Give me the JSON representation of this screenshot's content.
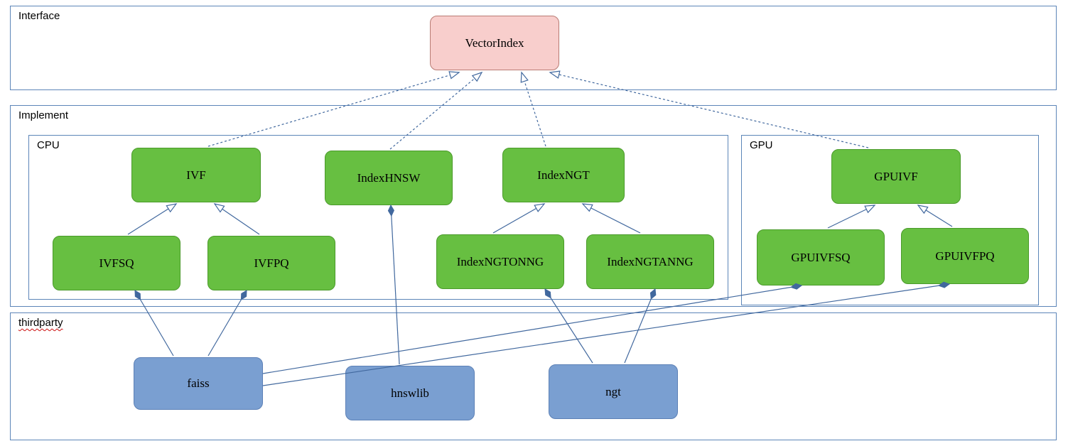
{
  "diagram": {
    "containers": {
      "interface": {
        "label": "Interface"
      },
      "implement": {
        "label": "Implement"
      },
      "cpu": {
        "label": "CPU"
      },
      "gpu": {
        "label": "GPU"
      },
      "thirdparty": {
        "label": "thirdparty"
      }
    },
    "nodes": {
      "vectorindex": {
        "label": "VectorIndex",
        "group": "interface"
      },
      "ivf": {
        "label": "IVF",
        "group": "cpu"
      },
      "indexhnsw": {
        "label": "IndexHNSW",
        "group": "cpu"
      },
      "indexngt": {
        "label": "IndexNGT",
        "group": "cpu"
      },
      "ivfsq": {
        "label": "IVFSQ",
        "group": "cpu"
      },
      "ivfpq": {
        "label": "IVFPQ",
        "group": "cpu"
      },
      "indexngtonng": {
        "label": "IndexNGTONNG",
        "group": "cpu"
      },
      "indexngtanng": {
        "label": "IndexNGTANNG",
        "group": "cpu"
      },
      "gpuivf": {
        "label": "GPUIVF",
        "group": "gpu"
      },
      "gpuivfsq": {
        "label": "GPUIVFSQ",
        "group": "gpu"
      },
      "gpuivfpq": {
        "label": "GPUIVFPQ",
        "group": "gpu"
      },
      "faiss": {
        "label": "faiss",
        "group": "thirdparty"
      },
      "hnswlib": {
        "label": "hnswlib",
        "group": "thirdparty"
      },
      "ngt": {
        "label": "ngt",
        "group": "thirdparty"
      }
    },
    "edges": [
      {
        "from": "IVF",
        "to": "VectorIndex",
        "type": "realization"
      },
      {
        "from": "IndexHNSW",
        "to": "VectorIndex",
        "type": "realization"
      },
      {
        "from": "IndexNGT",
        "to": "VectorIndex",
        "type": "realization"
      },
      {
        "from": "GPUIVF",
        "to": "VectorIndex",
        "type": "realization"
      },
      {
        "from": "IVFSQ",
        "to": "IVF",
        "type": "generalization"
      },
      {
        "from": "IVFPQ",
        "to": "IVF",
        "type": "generalization"
      },
      {
        "from": "IndexNGTONNG",
        "to": "IndexNGT",
        "type": "generalization"
      },
      {
        "from": "IndexNGTANNG",
        "to": "IndexNGT",
        "type": "generalization"
      },
      {
        "from": "GPUIVFSQ",
        "to": "GPUIVF",
        "type": "generalization"
      },
      {
        "from": "GPUIVFPQ",
        "to": "GPUIVF",
        "type": "generalization"
      },
      {
        "from": "faiss",
        "to": "IVFSQ",
        "type": "composition"
      },
      {
        "from": "faiss",
        "to": "IVFPQ",
        "type": "composition"
      },
      {
        "from": "faiss",
        "to": "GPUIVFSQ",
        "type": "composition"
      },
      {
        "from": "faiss",
        "to": "GPUIVFPQ",
        "type": "composition"
      },
      {
        "from": "hnswlib",
        "to": "IndexHNSW",
        "type": "composition"
      },
      {
        "from": "ngt",
        "to": "IndexNGTONNG",
        "type": "composition"
      },
      {
        "from": "ngt",
        "to": "IndexNGTANNG",
        "type": "composition"
      }
    ],
    "colors": {
      "interface_fill": "#f8cecc",
      "interface_border": "#b97c74",
      "class_fill": "#67bf41",
      "class_border": "#4a9a2a",
      "lib_fill": "#7a9fd1",
      "lib_border": "#5c80b6",
      "edge_color": "#41689e",
      "container_border": "#5c85b8"
    }
  }
}
